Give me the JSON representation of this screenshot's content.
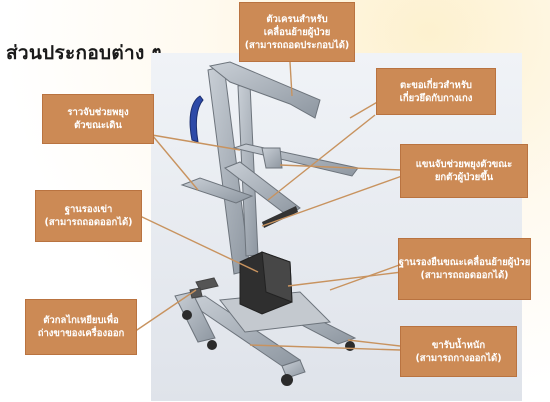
{
  "title": "ส่วนประกอบต่าง ๆ",
  "labels": {
    "crane": {
      "line1": "ตัวเครนสำหรับ",
      "line2": "เคลื่อนย้ายผู้ป่วย",
      "line3": "(สามารถถอดประกอบได้)"
    },
    "hook": {
      "line1": "ตะขอเกี่ยวสำหรับ",
      "line2": "เกี่ยวยึดกับกางเกง"
    },
    "handrail": {
      "line1": "ราวจับช่วยพยุง",
      "line2": "ตัวขณะเดิน"
    },
    "support_arm": {
      "line1": "แขนจับช่วยพยุงตัวขณะ",
      "line2": "ยกตัวผู้ป่วยขึ้น"
    },
    "knee_pad": {
      "line1": "ฐานรองเข่า",
      "line2": "(สามารถถอดออกได้)"
    },
    "standing_base": {
      "line1": "ฐานรองยืนขณะเคลื่อนย้ายผู้ป่วย",
      "line2": "(สามารถถอดออกได้)"
    },
    "pedal": {
      "line1": "ตัวกลไกเหยียบเพื่อ",
      "line2": "ถ่างขาของเครื่องออก"
    },
    "legs": {
      "line1": "ขารับน้ำหนัก",
      "line2": "(สามารถกางออกได้)"
    }
  },
  "colors": {
    "label_fill": "#cc8a55",
    "leader_line": "#c8935f",
    "frame": "#9aa3ad",
    "handle": "#2d4aa8"
  }
}
